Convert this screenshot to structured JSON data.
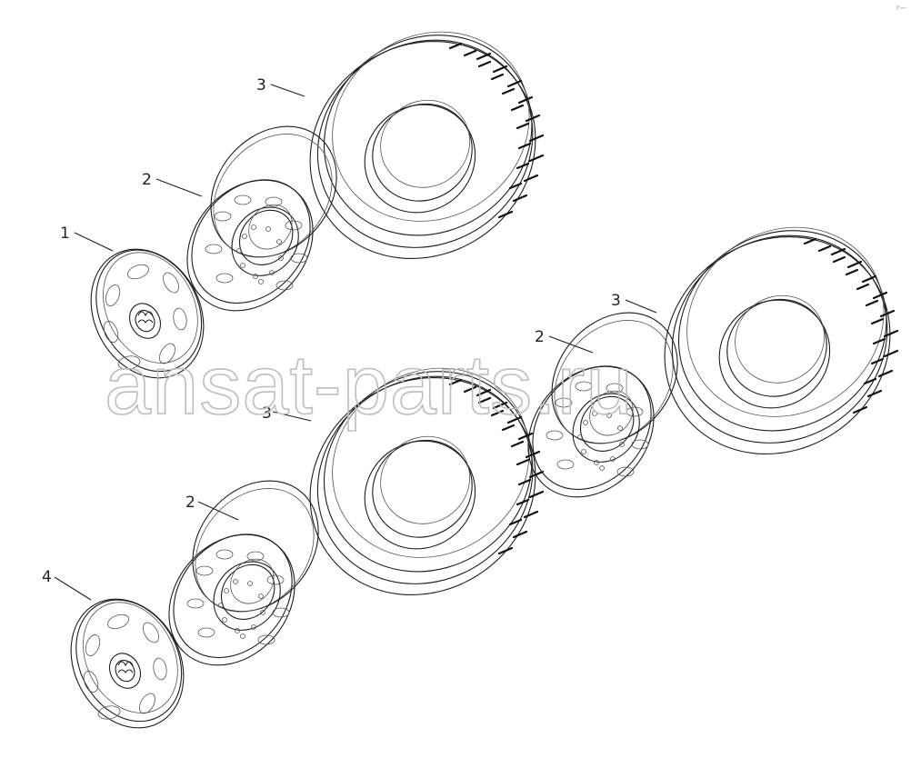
{
  "watermark": "ansat-parts.ru",
  "corner_mark": "r—",
  "labels": [
    "1",
    "2",
    "3",
    "4"
  ]
}
